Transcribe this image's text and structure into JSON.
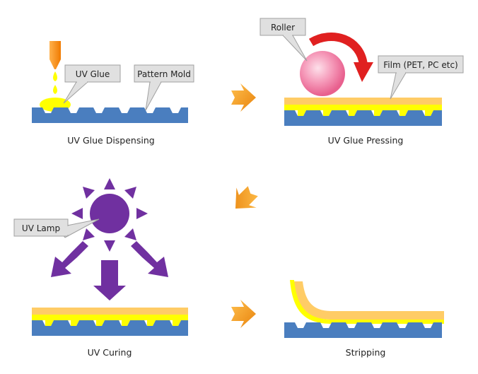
{
  "steps": {
    "dispensing": {
      "caption": "UV Glue Dispensing",
      "callout_glue": "UV Glue",
      "callout_mold": "Pattern Mold"
    },
    "pressing": {
      "caption": "UV Glue Pressing",
      "callout_roller": "Roller",
      "callout_film": "Film (PET, PC etc)"
    },
    "curing": {
      "caption": "UV Curing",
      "callout_lamp": "UV Lamp"
    },
    "stripping": {
      "caption": "Stripping"
    }
  },
  "colors": {
    "mold_blue": "#4a7ebf",
    "glue_yellow": "#ffff00",
    "film_orange": "#ffcc66",
    "dispenser_orange": "#ff8c1a",
    "roller_pink": "#f06a9a",
    "rotation_red": "#e02020",
    "lamp_purple": "#7030a0",
    "flow_arrow_orange": "#f7941d",
    "callout_fill": "#e0e0e0",
    "callout_border": "#a0a0a0"
  },
  "icons": [
    "dispenser-nozzle-icon",
    "glue-droplet-icon",
    "roller-icon",
    "rotation-arrow-icon",
    "uv-lamp-icon",
    "flow-arrow-icon"
  ]
}
